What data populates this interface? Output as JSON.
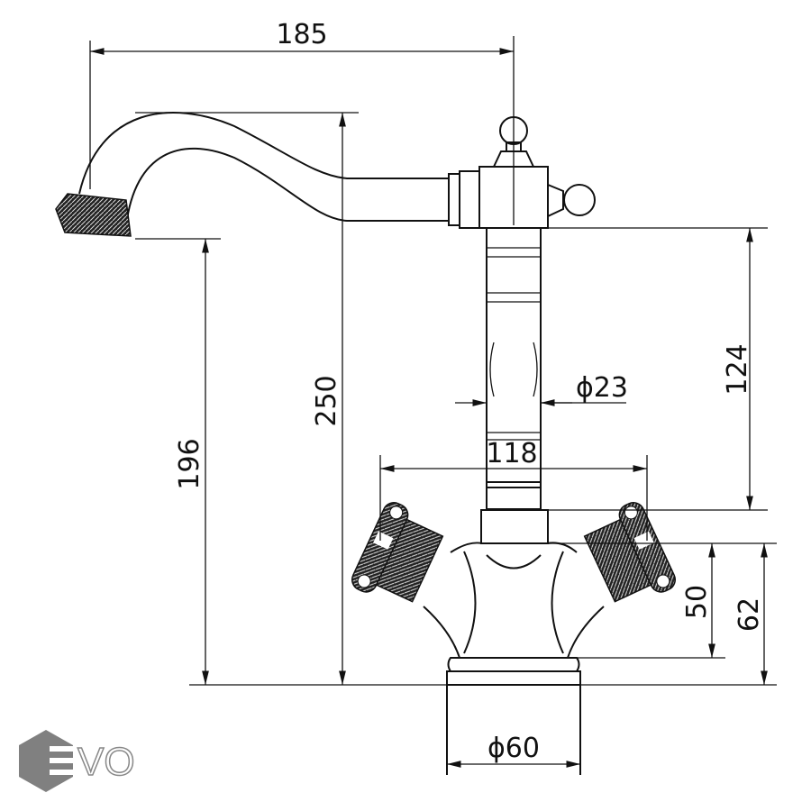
{
  "dimensions": {
    "spout_reach": "185",
    "total_height": "250",
    "spout_height": "196",
    "column_height": "124",
    "column_diameter": "ϕ23",
    "handle_span": "118",
    "handle_height_50": "50",
    "handle_height_62": "62",
    "base_diameter": "ϕ60"
  },
  "logo": {
    "text": "EVO",
    "color": "#808080"
  }
}
